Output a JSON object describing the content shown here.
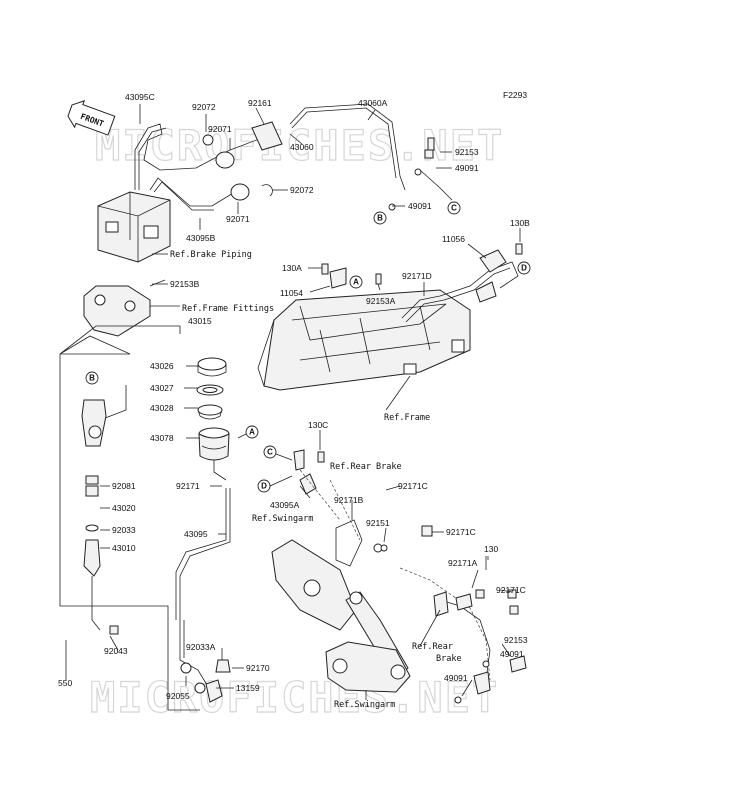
{
  "figure_code": "F2293",
  "front_label": "FRONT",
  "watermark": "MICROFICHES.NET",
  "parts": {
    "p43095C": "43095C",
    "p92072a": "92072",
    "p92071a": "92071",
    "p92161": "92161",
    "p43060A": "43060A",
    "p43060": "43060",
    "p92153a": "92153",
    "p49091a": "49091",
    "p49091b": "49091",
    "p92072b": "92072",
    "p92071b": "92071",
    "p43095B": "43095B",
    "p130B": "130B",
    "p11056": "11056",
    "p130A": "130A",
    "p92171D": "92171D",
    "p11054": "11054",
    "p92153A": "92153A",
    "p92153B": "92153B",
    "p43015": "43015",
    "p43026": "43026",
    "p43027": "43027",
    "p43028": "43028",
    "p43078": "43078",
    "p92171": "92171",
    "p43095": "43095",
    "p92081": "92081",
    "p43020": "43020",
    "p92033": "92033",
    "p43010": "43010",
    "p92043": "92043",
    "p550": "550",
    "p92033A": "92033A",
    "p92170": "92170",
    "p13159": "13159",
    "p92055": "92055",
    "p130C": "130C",
    "p43095A": "43095A",
    "p92171B": "92171B",
    "p92171C_a": "92171C",
    "p92151": "92151",
    "p92171C_b": "92171C",
    "p130": "130",
    "p92171A": "92171A",
    "p92171C_c": "92171C",
    "p92153b": "92153",
    "p49091c": "49091",
    "p49091d": "49091"
  },
  "refs": {
    "brake_piping": "Ref.Brake Piping",
    "frame_fittings": "Ref.Frame Fittings",
    "frame": "Ref.Frame",
    "rear_brake_1": "Ref.Rear Brake",
    "swingarm_1": "Ref.Swingarm",
    "rear_brake_2a": "Ref.Rear",
    "rear_brake_2b": "Brake",
    "swingarm_2": "Ref.Swingarm"
  },
  "callouts": {
    "b1": "B",
    "c1": "C",
    "a1": "A",
    "d1": "D",
    "b2": "B",
    "a2": "A",
    "c2": "C",
    "d2": "D"
  }
}
